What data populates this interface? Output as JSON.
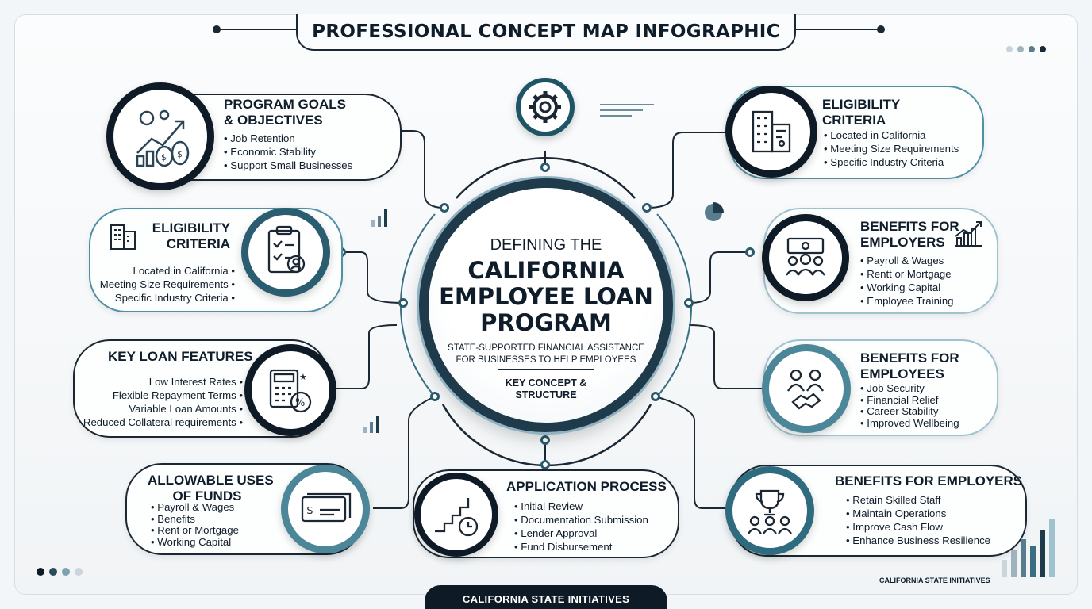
{
  "title": "PROFESSIONAL CONCEPT MAP INFOGRAPHIC",
  "hub": {
    "kicker": "DEFINING THE",
    "line1": "CALIFORNIA",
    "line2": "EMPLOYEE LOAN",
    "line3": "PROGRAM",
    "sub1": "STATE-SUPPORTED FINANCIAL ASSISTANCE",
    "sub2": "FOR BUSINESSES TO HELP EMPLOYEES",
    "key1": "KEY CONCEPT &",
    "key2": "STRUCTURE"
  },
  "goals": {
    "title1": "PROGRAM GOALS",
    "title2": "& OBJECTIVES",
    "items": [
      "Job Retention",
      "Economic Stability",
      "Support Small Businesses"
    ]
  },
  "elig_left": {
    "title1": "ELIGIBILITY",
    "title2": "CRITERIA",
    "items": [
      "Located in California",
      "Meeting Size Requirements",
      "Specific Industry Criteria"
    ]
  },
  "features": {
    "title": "KEY LOAN FEATURES",
    "items": [
      "Low Interest Rates",
      "Flexible Repayment Terms",
      "Variable Loan Amounts",
      "Reduced Collateral requirements"
    ]
  },
  "uses": {
    "title1": "ALLOWABLE USES",
    "title2": "OF FUNDS",
    "items": [
      "Payroll & Wages",
      "Benefits",
      "Rent or Mortgage",
      "Working Capital"
    ]
  },
  "application": {
    "title": "APPLICATION PROCESS",
    "items": [
      "Initial Review",
      "Documentation Submission",
      "Lender Approval",
      "Fund Disbursement"
    ]
  },
  "elig_right": {
    "title1": "ELIGIBILITY",
    "title2": "CRITERIA",
    "items": [
      "Located in California",
      "Meeting Size Requirements",
      "Specific Industry Criteria"
    ]
  },
  "ben_employers": {
    "title1": "BENEFITS FOR",
    "title2": "EMPLOYERS",
    "items": [
      "Payroll & Wages",
      "Rentt or Mortgage",
      "Working Capital",
      "Employee Training"
    ]
  },
  "ben_employees": {
    "title1": "BENEFITS FOR",
    "title2": "EMPLOYEES",
    "items": [
      "Job Security",
      "Financial Relief",
      "Career Stability",
      "Improved Wellbeing"
    ]
  },
  "ben_employers2": {
    "title": "BENEFITS FOR EMPLOYERS",
    "items": [
      "Retain Skilled Staff",
      "Maintain Operations",
      "Improve Cash Flow",
      "Enhance Business Resilience"
    ]
  },
  "footer": "CALIFORNIA STATE INITIATIVES",
  "corner_label": "CALIFORNIA STATE INITIATIVES",
  "colors": {
    "navy": "#0e1a26",
    "teal": "#3a6f82",
    "light_teal": "#4f90a4"
  }
}
